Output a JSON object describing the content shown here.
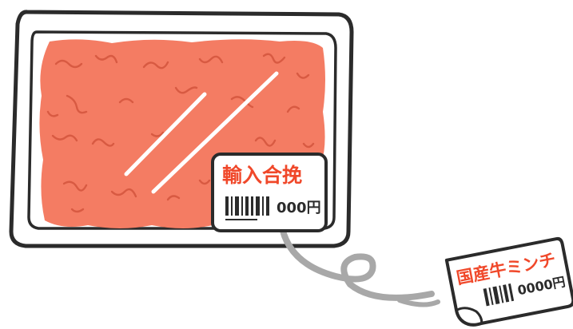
{
  "colors": {
    "tray_outline": "#2b2b2b",
    "meat": "#f47c63",
    "meat_texture": "#d85a42",
    "label_red": "#f0482a",
    "peel_trail": "#a8a8a8",
    "shine": "#ffffff"
  },
  "label_main": {
    "title": "輸入合挽",
    "price": "000円"
  },
  "label_peeled": {
    "title": "国産牛ミンチ",
    "price": "0000円"
  }
}
